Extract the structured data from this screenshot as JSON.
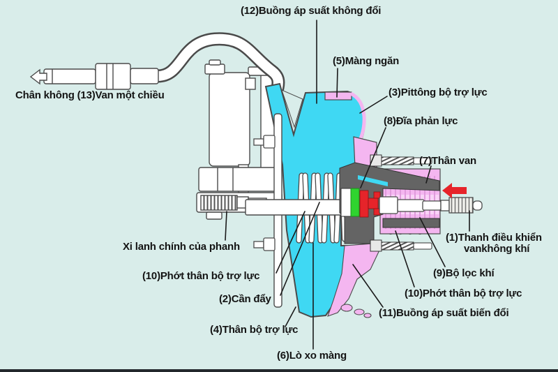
{
  "figure": {
    "type": "technical-diagram",
    "subject": "Cross-section of a vacuum brake booster with Vietnamese part labels",
    "background_color": "#d9edea",
    "colors": {
      "constant_pressure_chamber_cyan": "#3fd8f3",
      "diaphragm_pink": "#f4b6f0",
      "reaction_disc_green": "#2fd42f",
      "air_valve_red": "#e6242a",
      "hub_gray": "#646464",
      "outline_gray": "#4a4a4a",
      "leader_black": "#1a1a1a"
    },
    "labels": {
      "chamber12": "(12)Buồng áp suất không đổi",
      "membrane5": "(5)Màng ngăn",
      "piston3": "(3)Pittông bộ trợ lực",
      "disc8": "(8)Đĩa phản lực",
      "valvebody7": "(7)Thân van",
      "rod1a": "(1)Thanh điều khiển",
      "rod1b": "vankhông khí",
      "filter9": "(9)Bộ lọc khí",
      "seal10r": "(10)Phớt thân bộ trợ lực",
      "chamber11": "(11)Buồng áp suất biến đổi",
      "mastercyl": "Xi lanh chính của phanh",
      "seal10l": "(10)Phớt thân bộ trợ lực",
      "pushrod2": "(2)Cần đẩy",
      "body4": "(4)Thân bộ trợ lực",
      "spring6": "(6)Lò xo màng",
      "vacuum13": "Chân không (13)Van một chiều"
    },
    "arrows": {
      "vacuum_arrow": {
        "direction": "left",
        "style": "white-outline"
      },
      "input_force_arrow": {
        "direction": "left",
        "color": "#e6242a"
      }
    }
  }
}
